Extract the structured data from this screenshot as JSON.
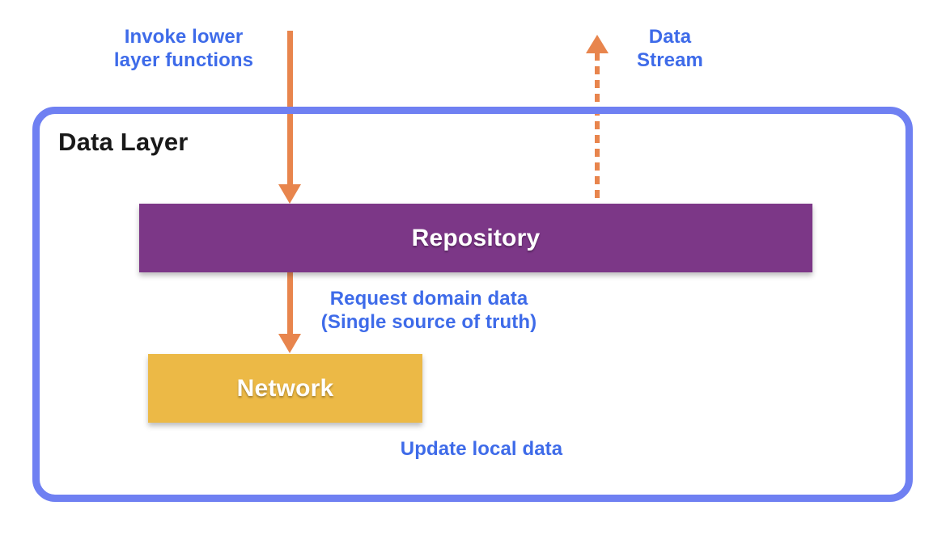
{
  "container": {
    "label": "Data Layer",
    "border_color": "#6f80f2"
  },
  "nodes": {
    "repository": {
      "label": "Repository",
      "fill": "#7c3787",
      "text_color": "#ffffff"
    },
    "network": {
      "label": "Network",
      "fill": "#ecb946",
      "text_color": "#ffffff"
    }
  },
  "annotations": {
    "invoke_lower": "Invoke lower\nlayer functions",
    "data_stream": "Data\nStream",
    "request_domain": "Request domain data\n(Single source of truth)",
    "update_local": "Update local data",
    "text_color": "#3e6be9"
  },
  "arrows": {
    "color": "#e8854d",
    "invoke_arrow": {
      "style": "solid",
      "direction": "down",
      "from": "top",
      "to": "repository"
    },
    "request_arrow": {
      "style": "solid",
      "direction": "down",
      "from": "repository",
      "to": "network"
    },
    "data_stream_arrow": {
      "style": "dashed",
      "direction": "up",
      "from": "repository",
      "to": "top"
    }
  }
}
